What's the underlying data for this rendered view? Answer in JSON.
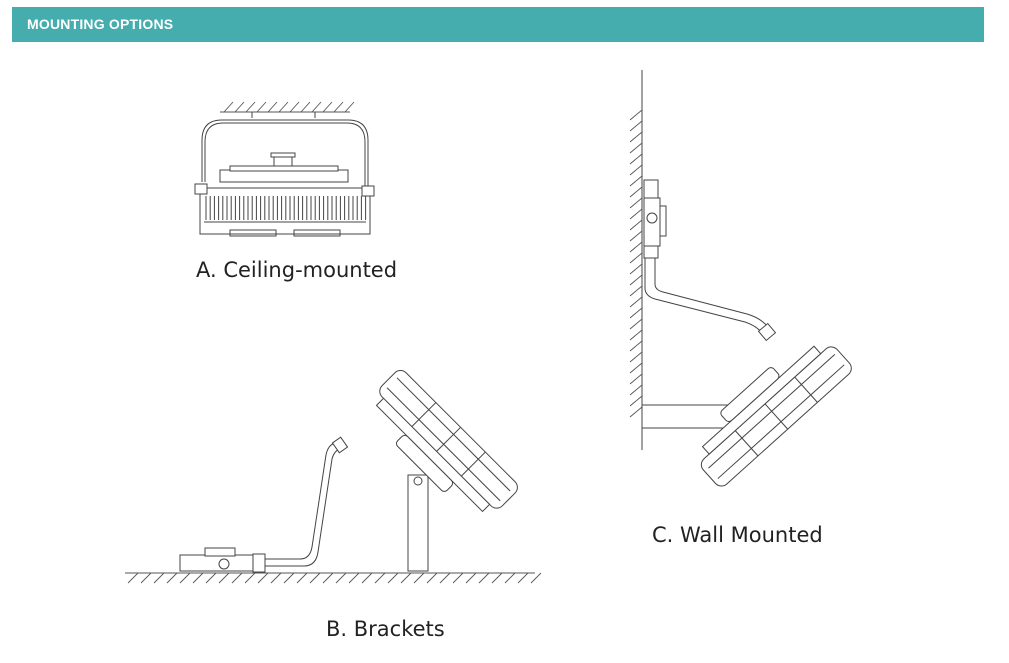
{
  "section": {
    "title": "MOUNTING OPTIONS",
    "accent_color": "#45adad"
  },
  "figures": [
    {
      "id": "A",
      "caption": "A. Ceiling-mounted",
      "icon": "ceiling-mount-drawing"
    },
    {
      "id": "B",
      "caption": "B. Brackets",
      "icon": "bracket-mount-drawing"
    },
    {
      "id": "C",
      "caption": "C. Wall Mounted",
      "icon": "wall-mount-drawing"
    }
  ]
}
